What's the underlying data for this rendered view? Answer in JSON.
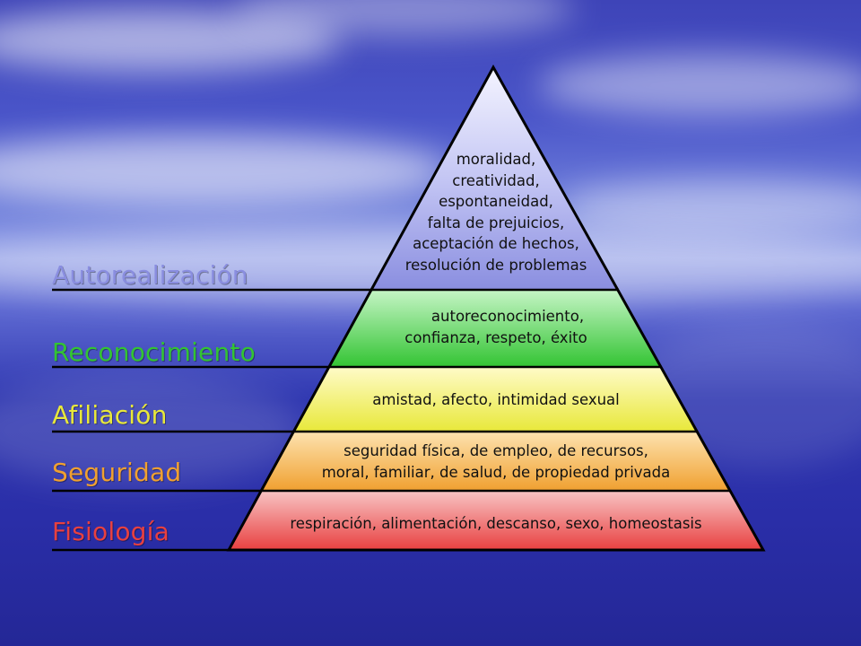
{
  "colors": {
    "autorealizacion": "#8a8ee0",
    "reconocimiento": "#33c433",
    "afiliacion": "#e8e83a",
    "seguridad": "#f0a030",
    "fisiologia": "#e84040"
  },
  "levels": [
    {
      "name": "Autorealización",
      "lines": [
        "moralidad,",
        "creatividad,",
        "espontaneidad,",
        "falta de prejuicios,",
        "aceptación de hechos,",
        "resolución de problemas"
      ]
    },
    {
      "name": "Reconocimiento",
      "lines": [
        "autoreconocimiento,",
        "confianza, respeto, éxito"
      ]
    },
    {
      "name": "Afiliación",
      "lines": [
        "amistad, afecto, intimidad sexual"
      ]
    },
    {
      "name": "Seguridad",
      "lines": [
        "seguridad física, de empleo, de recursos,",
        "moral, familiar, de salud, de propiedad privada"
      ]
    },
    {
      "name": "Fisiología",
      "lines": [
        "respiración, alimentación, descanso, sexo, homeostasis"
      ]
    }
  ]
}
